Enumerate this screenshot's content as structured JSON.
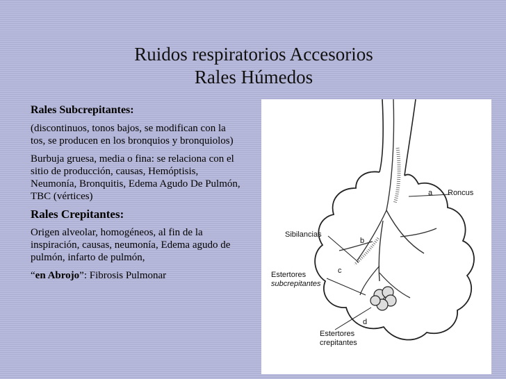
{
  "slide": {
    "title_line1": "Ruidos respiratorios Accesorios",
    "title_line2": "Rales Húmedos"
  },
  "left": {
    "subcrepitantes_heading": "Rales Subcrepitantes:",
    "subcrepitantes_desc": "(discontinuos, tonos bajos, se modifican con la tos, se producen en los bronquios y bronquiolos)",
    "burbuja_text": "Burbuja gruesa, media o fina: se relaciona con el sitio de producción, causas, Hemóptisis, Neumonía, Bronquitis, Edema Agudo De Pulmón, TBC (vértices)",
    "crepitantes_heading": "Rales Crepitantes:",
    "crepitantes_desc": "Origen alveolar, homogéneos, al fin de la inspiración, causas, neumonía, Edema agudo de pulmón, infarto de pulmón,",
    "abrojo_open_quote": "“",
    "abrojo_term": "en Abrojo",
    "abrojo_rest": "”: Fibrosis Pulmonar"
  },
  "diagram": {
    "label_roncus": "Roncus",
    "label_sibilancias": "Sibilancias",
    "label_estertores_sub_1": "Estertores",
    "label_estertores_sub_2": "subcrepitantes",
    "label_estertores_crep_1": "Estertores",
    "label_estertores_crep_2": "crepitantes",
    "marker_a": "a",
    "marker_b": "b",
    "marker_c": "c",
    "marker_d": "d"
  }
}
